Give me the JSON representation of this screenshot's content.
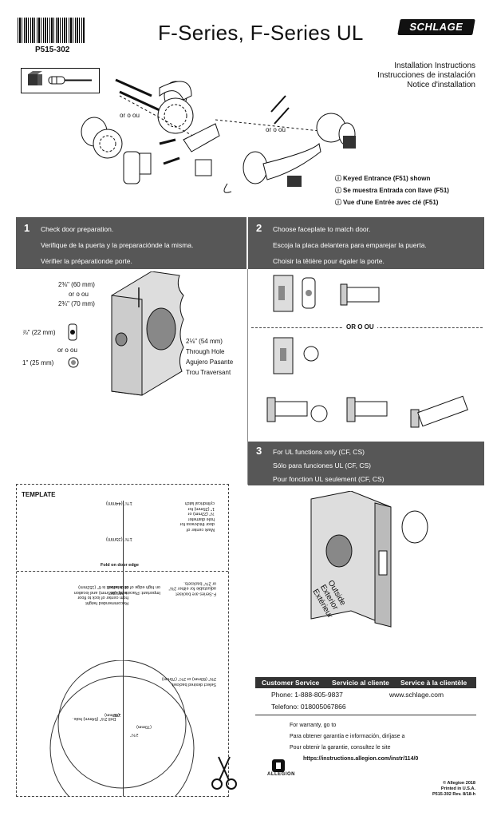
{
  "header": {
    "part_number": "P515-302",
    "title": "F-Series, F-Series UL",
    "brand": "SCHLAGE",
    "instructions": [
      "Installation Instructions",
      "Instrucciones de instalación",
      "Notice d'installation"
    ]
  },
  "callout": {
    "lines": [
      "Keyed Entrance (F51) shown",
      "Se muestra Entrada con llave (F51)",
      "Vue d'une Entrée avec clé (F51)"
    ],
    "marker": "ⓘ"
  },
  "diagram_labels": {
    "or1": "or o ou",
    "or2": "or o ou"
  },
  "step1": {
    "number": "1",
    "lines": [
      "Check door preparation.",
      "Verifique de la puerta y la preparaciónde la misma.",
      "Vérifier la préparationde porte."
    ],
    "backset1": "2⅜\" (60 mm)",
    "or_a": "or  o  ou",
    "backset2": "2¾\" (70 mm)",
    "edge1": "⅞\" (22 mm)",
    "or_b": "or  o  ou",
    "edge2": "1\" (25 mm)",
    "hole_size": "2⅛\" (54 mm)",
    "hole_labels": [
      "Through Hole",
      "Agujero Pasante",
      "Trou Traversant"
    ]
  },
  "step2": {
    "number": "2",
    "lines": [
      "Choose faceplate to match door.",
      "Escoja la placa delantera para emparejar la puerta.",
      "Choisir la têtière pour égaler la porte."
    ],
    "or_divider": "OR   O   OU"
  },
  "step3": {
    "number": "3",
    "lines": [
      "For UL functions only (CF, CS)",
      "Sólo para funciones UL (CF, CS)",
      "Pour fonction UL seulement (CF, CS)"
    ],
    "door_labels": [
      "Outside",
      "Exterior",
      "Extérieur"
    ]
  },
  "template": {
    "title": "TEMPLATE",
    "fold": "Fold on door edge",
    "dim1": "1¾\" (44mm)",
    "dim2": "1⅜\" (35mm)",
    "mark_note": [
      "Mark center of",
      "door thickness for",
      "hole diameter",
      "⅞\" (22mm) or",
      "1\" (25mm) for",
      "cylindrical latch"
    ],
    "backset_note": [
      "F-Series are backset",
      "adjustable for either 2⅜\"",
      "or 2¾\" backsets."
    ],
    "important_note": [
      "Important: Place template",
      "on high edge of door bevel."
    ],
    "height_note": [
      "Recommended height",
      "from center of lock to floor",
      "is 38\" (965mm) and location",
      "of deadbolt is 6\" (152mm)"
    ],
    "select_note": [
      "Select desired backset",
      "2⅜\" (60mm) or 2¾\" (70mm)"
    ],
    "d1": "2⅜\"",
    "d1mm": "(60mm)",
    "d2": "2¾\"",
    "d2mm": "(70mm)",
    "drill": "Drill 2⅛\" (54mm) hole."
  },
  "service": {
    "headers": [
      "Customer Service",
      "Servicio al cliente",
      "Service à la clientèle"
    ],
    "phone": "Phone:  1-888-805-9837",
    "website": "www.schlage.com",
    "telefono": "Telefono:  018005067866"
  },
  "warranty": {
    "lines": [
      "For warranty, go to",
      "Para obtener garantía e información, diríjase a",
      "Pour obtenir la garantie, consultez le site"
    ],
    "url": "https://instructions.allegion.com/instr/114/0"
  },
  "footer": {
    "logo": "ALLEGION",
    "copyright": "© Allegion 2018",
    "printed": "Printed in U.S.A.",
    "rev": "P515-302 Rev. 8/18-h"
  }
}
